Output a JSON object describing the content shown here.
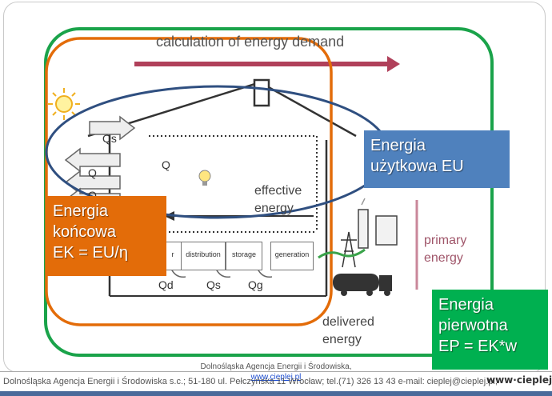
{
  "diagram": {
    "calc_label": "calculation of energy demand",
    "effective_energy": [
      "effective",
      "energy"
    ],
    "primary_energy": [
      "primary",
      "energy"
    ],
    "delivered_energy": [
      "delivered",
      "energy"
    ],
    "systems": {
      "distribution": "distribution",
      "storage": "storage",
      "generation": "generation",
      "small": "r"
    },
    "q_labels": {
      "qs_top": "Qs",
      "q_left": "Q",
      "q_center": "Q",
      "q_small": "Q",
      "qd": "Qd",
      "qs_bottom": "Qs",
      "qg": "Qg"
    },
    "boxes": {
      "eu": [
        "Energia",
        "użytkowa EU"
      ],
      "ek": [
        "Energia",
        "końcowa",
        "EK = EU/η"
      ],
      "ep": [
        "Energia",
        "pierwotna",
        "EP = EK*w"
      ]
    },
    "colors": {
      "eu": "#4f81bd",
      "ek": "#e36c09",
      "ep": "#00b050",
      "arrow": "#b0405a",
      "eu_ellipse": "#2f4f80"
    }
  },
  "footer": {
    "caption": "Dolnośląska Agencja Energii i Środowiska,",
    "caption_link": "www.cieplej.pl",
    "text": "Dolnośląska Agencja Energii i Środowiska s.c.; 51-180 ul. Pełczyńska 11 Wrocław; tel.(71) 326 13 43 e-mail: cieplej@cieplej.pl;",
    "brand": "www·cieplej·pl"
  }
}
